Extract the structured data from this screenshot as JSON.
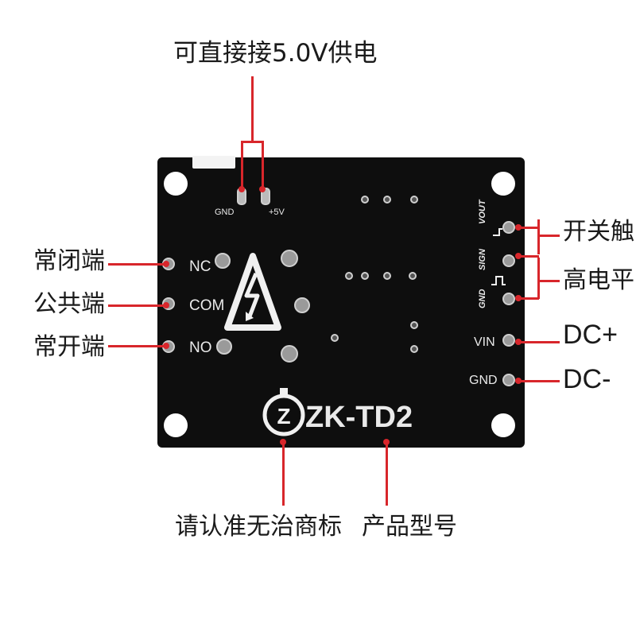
{
  "top_label": "可直接接5.0V供电",
  "left_labels": {
    "nc": "常闭端",
    "com": "公共端",
    "no": "常开端"
  },
  "right_labels": {
    "switch_trigger": "开关触",
    "high_level": "高电平",
    "dc_plus": "DC+",
    "dc_minus": "DC-"
  },
  "bottom_labels": {
    "brand": "请认准无治商标",
    "model": "产品型号"
  },
  "board": {
    "silk": {
      "gnd_top": "GND",
      "v5": "+5V",
      "nc": "NC",
      "com": "COM",
      "no": "NO",
      "vout": "VOUT",
      "sign": "SIGN",
      "gnd_side": "GND",
      "vin": "VIN",
      "gnd_bottom": "GND",
      "logo_letter": "Z",
      "model": "ZK-TD2"
    }
  },
  "colors": {
    "annotation": "#d8262b",
    "board": "#0e0e0e",
    "silkscreen": "#e9e9e9"
  },
  "icons": [
    "high-voltage-warning-icon",
    "brand-logo-icon"
  ]
}
